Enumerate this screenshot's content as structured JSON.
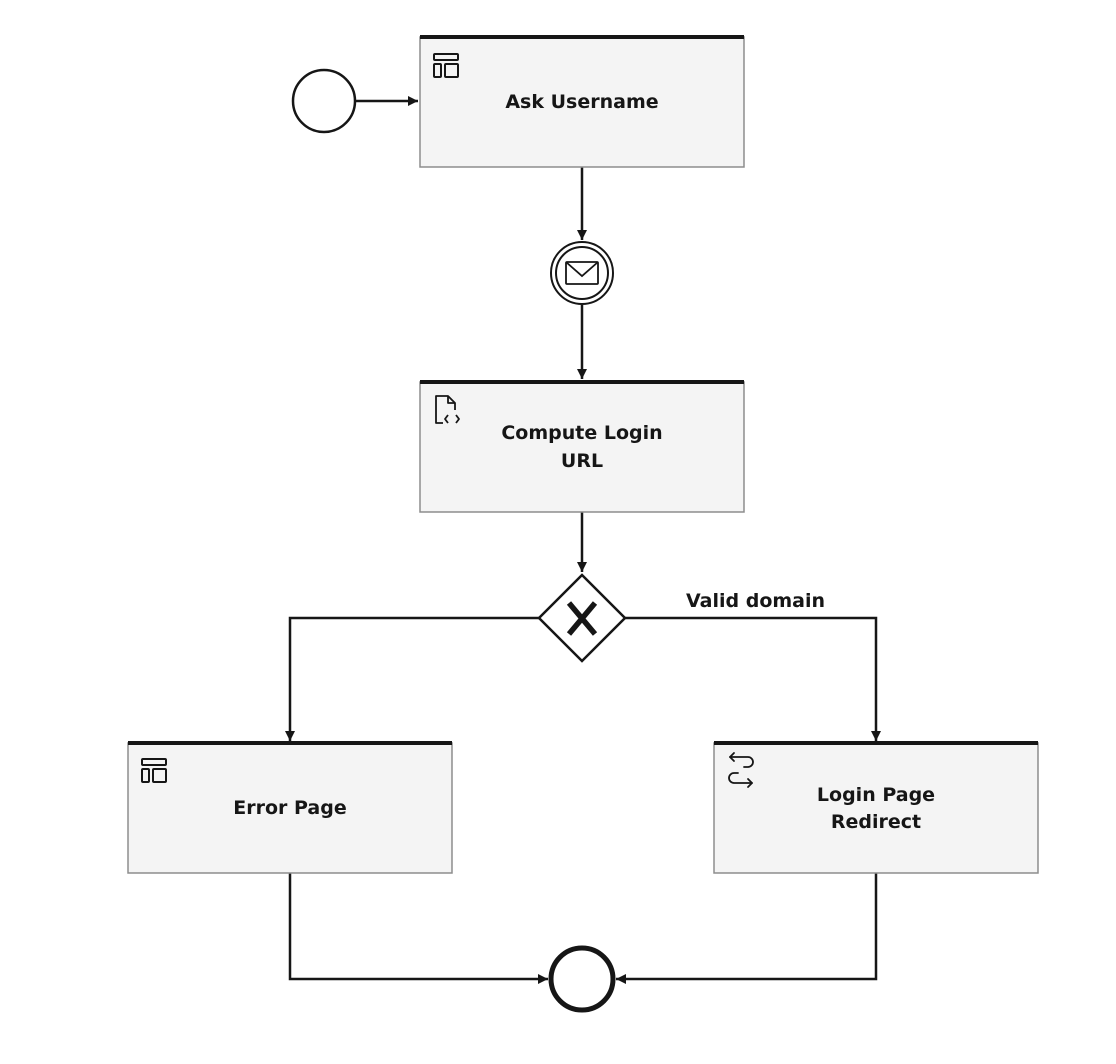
{
  "colors": {
    "task_fill": "#f4f4f4",
    "stroke": "#161616",
    "task_border": "#8d8d8d"
  },
  "events": {
    "start": {
      "type": "start-event"
    },
    "message": {
      "type": "intermediate-message-event",
      "icon": "envelope-icon"
    },
    "end": {
      "type": "end-event"
    }
  },
  "tasks": {
    "ask_username": {
      "label_lines": [
        "Ask Username"
      ],
      "icon": "form-layout-icon"
    },
    "compute_login_url": {
      "label_lines": [
        "Compute Login",
        "URL"
      ],
      "icon": "script-document-icon"
    },
    "error_page": {
      "label_lines": [
        "Error Page"
      ],
      "icon": "form-layout-icon"
    },
    "login_redirect": {
      "label_lines": [
        "Login Page",
        "Redirect"
      ],
      "icon": "redirect-arrows-icon"
    }
  },
  "gateway": {
    "type": "exclusive-gateway",
    "marker": "X"
  },
  "flows": {
    "valid_domain_label": "Valid domain"
  }
}
